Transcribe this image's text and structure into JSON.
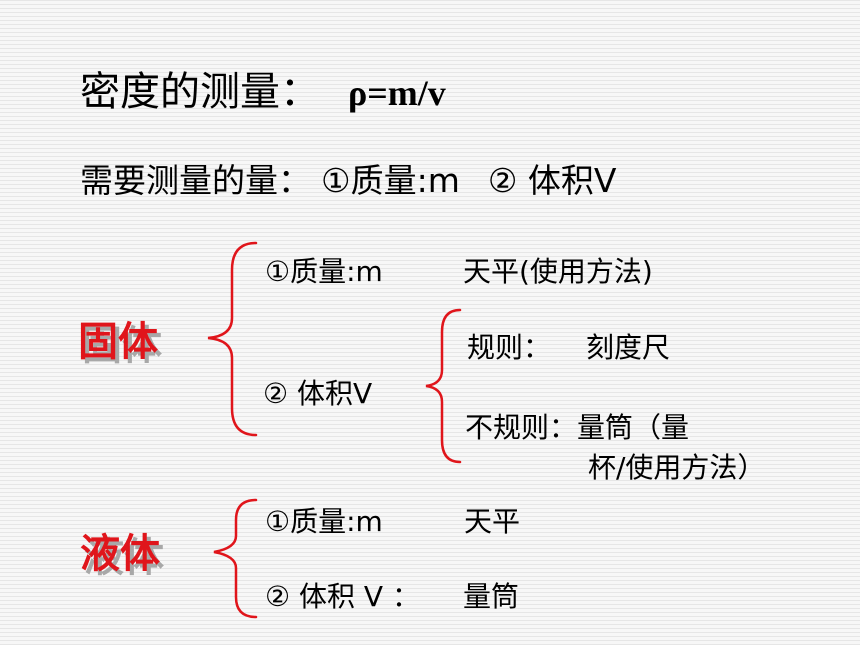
{
  "title": {
    "text": "密度的测量：",
    "formula": "ρ=m/v"
  },
  "subtitle": {
    "text": "需要测量的量：",
    "mass": "①质量:m",
    "volume": "② 体积V"
  },
  "solid": {
    "label": "固体",
    "mass": "①质量:m",
    "mass_tool": "天平(使用方法)",
    "volume": "② 体积V",
    "regular": "规则：",
    "regular_tool": "刻度尺",
    "irregular": "不规则：量筒（量",
    "irregular_cont": "杯/使用方法）"
  },
  "liquid": {
    "label": "液体",
    "mass": "①质量:m",
    "mass_tool": "天平",
    "volume": "② 体积 V ：",
    "volume_tool": "量筒"
  },
  "colors": {
    "accent": "#e0151b",
    "text": "#000000"
  }
}
